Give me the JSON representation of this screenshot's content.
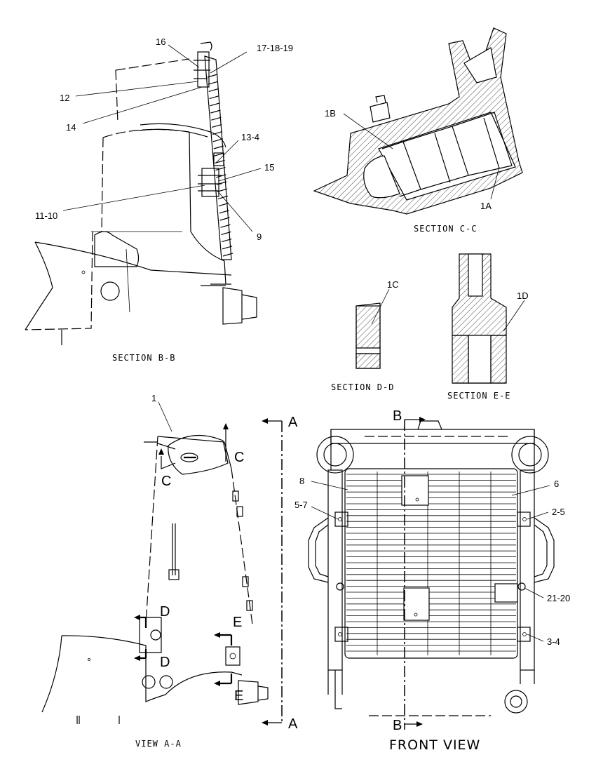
{
  "callouts": {
    "c16": "16",
    "c17_18_19": "17-18-19",
    "c12": "12",
    "c14": "14",
    "c13_4": "13-4",
    "c15": "15",
    "c11_10": "11-10",
    "c9": "9",
    "c1b": "1B",
    "c1a": "1A",
    "c1c": "1C",
    "c1d": "1D",
    "c1": "1",
    "c8": "8",
    "c6": "6",
    "c5_7": "5-7",
    "c2_5": "2-5",
    "c21_20": "21-20",
    "c3_4": "3-4"
  },
  "section_letters": {
    "a_top": "A",
    "a_bottom": "A",
    "b_top": "B",
    "b_bottom": "B",
    "c_right": "C",
    "c_left": "C",
    "d_top": "D",
    "d_bottom": "D",
    "e_top": "E",
    "e_bottom": "E"
  },
  "captions": {
    "section_bb": "SECTION B-B",
    "section_cc": "SECTION C-C",
    "section_dd": "SECTION D-D",
    "section_ee": "SECTION E-E",
    "view_aa": "VIEW A-A",
    "front_view": "FRONT VIEW"
  }
}
